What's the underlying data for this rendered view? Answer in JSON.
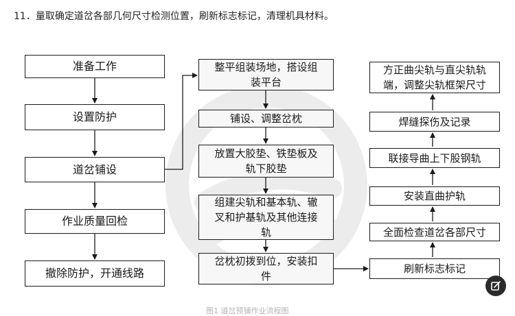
{
  "header": {
    "step_text": "11．量取确定道岔各部几何尺寸检测位置，刷新标志标记，清理机具材料。"
  },
  "flowchart": {
    "left": [
      "准备工作",
      "设置防护",
      "道岔铺设",
      "作业质量回检",
      "撤除防护，开通线路"
    ],
    "middle": [
      [
        "整平组装场地，搭设组",
        "装平台"
      ],
      [
        "铺设、调整岔枕"
      ],
      [
        "放置大胶垫、铁垫板及",
        "轨下胶垫"
      ],
      [
        "组建尖轨和基本轨、辙",
        "叉和护基轨及其他连接",
        "轨"
      ],
      [
        "岔枕初拨到位，安装扣",
        "件"
      ]
    ],
    "right": [
      [
        "方正曲尖轨与直尖轨轨",
        "端，调整尖轨框架尺寸"
      ],
      [
        "焊缝探伤及记录"
      ],
      [
        "联接导曲上下股钢轨"
      ],
      [
        "安装直曲护轨"
      ],
      [
        "全面检查道岔各部尺寸"
      ],
      [
        "刷新标志标记"
      ]
    ]
  },
  "caption": "图1 道岔预铺作业流程图",
  "colors": {
    "line": "#1a1a1a",
    "watermark": "#ececec",
    "edit_button": "#2b2b2b"
  },
  "icons": {
    "edit": "edit-icon",
    "watermark": "watermark-logo"
  }
}
